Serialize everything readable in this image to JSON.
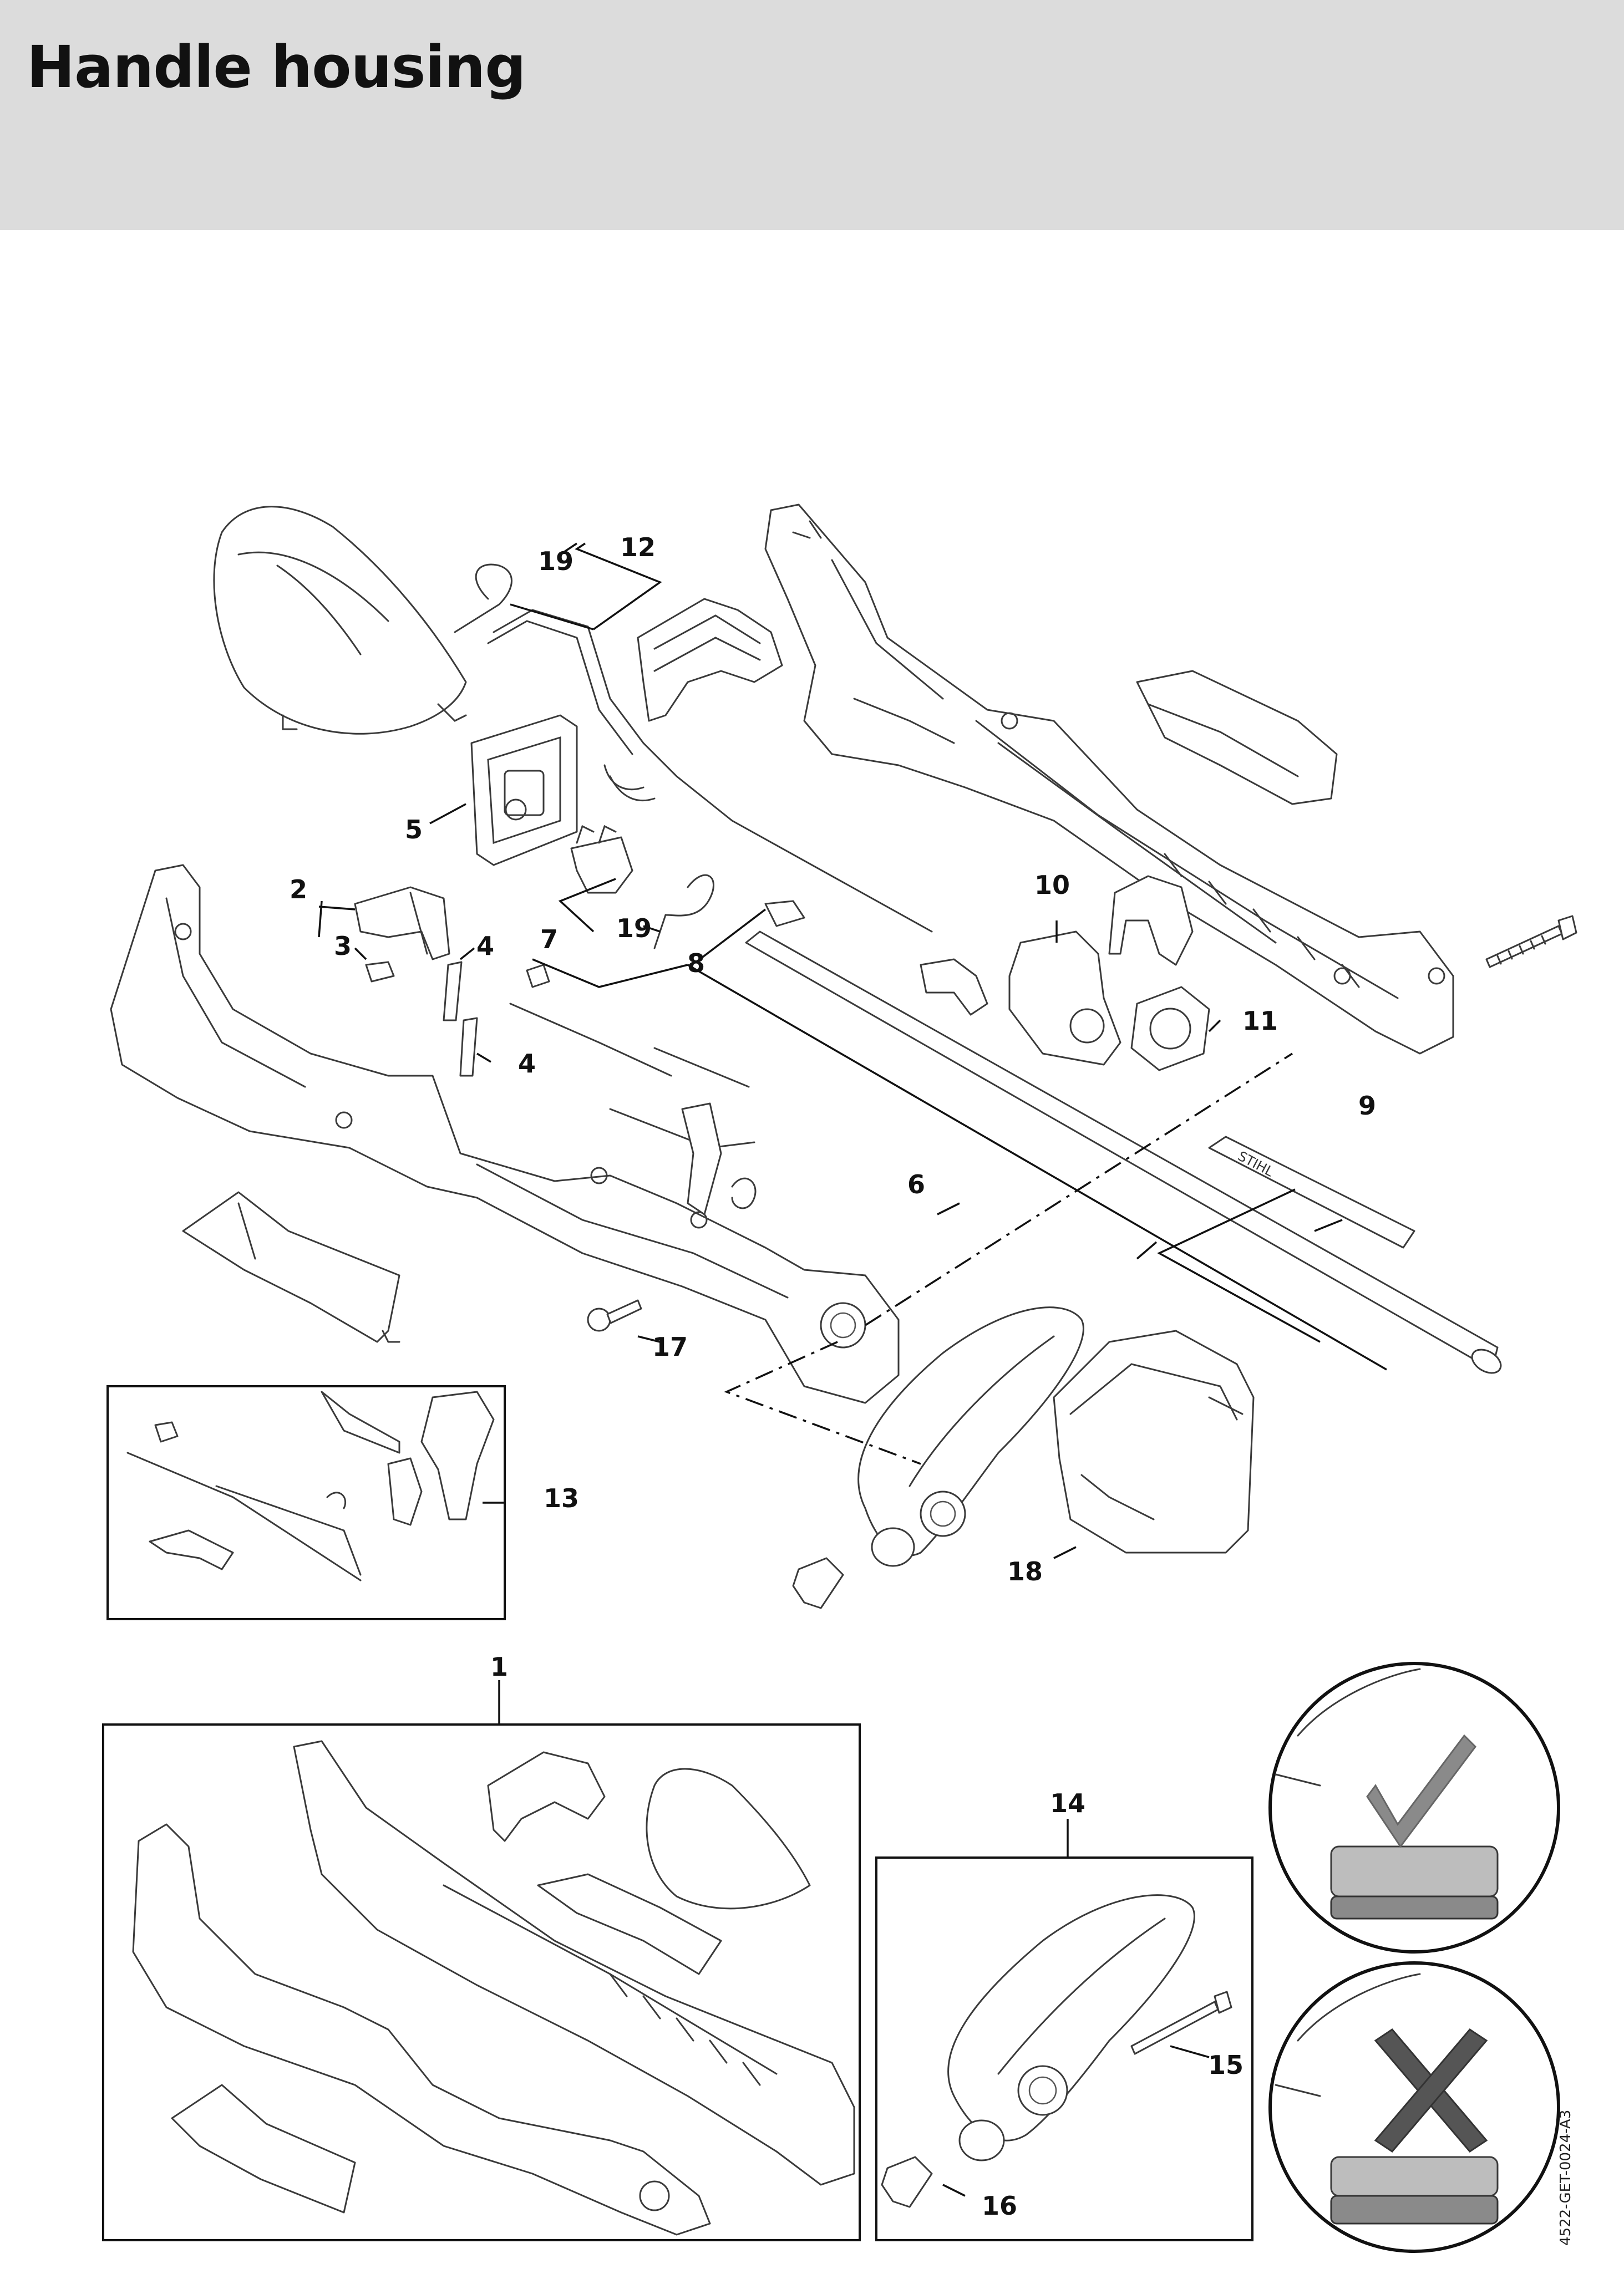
{
  "title": "Handle housing",
  "image_code": "4522-GET-0024-A3",
  "labels": {
    "p1": "1",
    "p2": "2",
    "p3": "3",
    "p4a": "4",
    "p4b": "4",
    "p5": "5",
    "p6": "6",
    "p7": "7",
    "p8": "8",
    "p9": "9",
    "p10": "10",
    "p11": "11",
    "p12": "12",
    "p13": "13",
    "p14": "14",
    "p15": "15",
    "p16": "16",
    "p17": "17",
    "p18": "18",
    "p19a": "19",
    "p19b": "19"
  },
  "icons": {
    "correct": "check-mark-icon",
    "incorrect": "cross-mark-icon"
  },
  "colors": {
    "header_bg": "#dcdcdc",
    "correct_mark": "#8a8a8a",
    "incorrect_mark": "#555555"
  }
}
